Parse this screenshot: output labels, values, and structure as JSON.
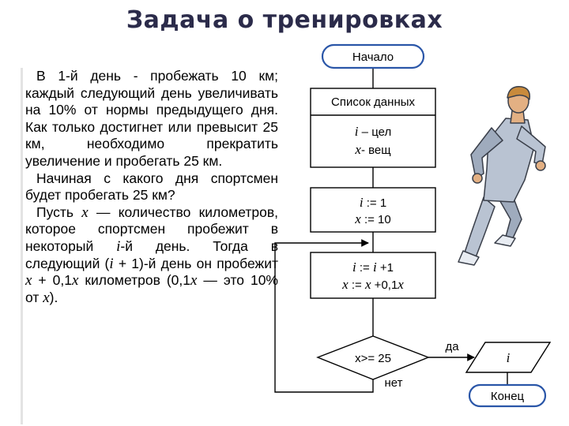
{
  "title": "Задача о тренировках",
  "problem": {
    "p1": "В 1-й день - пробежать 10 км; каждый следующий день увеличивать на 10% от нормы предыдущего дня. Как только достигнет или превысит 25 км, необходимо прекратить увеличение и пробегать 25 км.",
    "p2": "Начиная с какого дня спортсмен будет пробегать 25 км?",
    "p3_a": "Пусть ",
    "p3_var_x": "x",
    "p3_b": " — количество километров, которое спортсмен пробежит в некоторый ",
    "p3_var_i": "i",
    "p3_c": "-й день. Тогда в следующий (",
    "p3_var_i2": "i",
    "p3_d": " + 1)-й день он пробежит ",
    "p3_var_x2": "x",
    "p3_e": " + 0,1",
    "p3_var_x3": "x",
    "p3_f": " километров (0,1",
    "p3_var_x4": "x",
    "p3_g": " — это 10% от ",
    "p3_var_x5": "x",
    "p3_h": ")."
  },
  "flowchart": {
    "start": "Начало",
    "data_list": "Список данных",
    "decl_i_var": "i",
    "decl_i_rest": " – цел",
    "decl_x_var": "x",
    "decl_x_rest": "- вещ",
    "init_i_var": "i",
    "init_i_rest": " := 1",
    "init_x_var": "x",
    "init_x_rest": " := 10",
    "upd_i_a": "i",
    "upd_i_b": " := ",
    "upd_i_c": "i",
    "upd_i_d": " +1",
    "upd_x_a": "x",
    "upd_x_b": " := ",
    "upd_x_c": "x",
    "upd_x_d": " +0,1",
    "upd_x_e": "x",
    "condition": "x>= 25",
    "yes": "да",
    "no": "нет",
    "output": "i",
    "end": "Конец"
  },
  "colors": {
    "title": "#2b2b4a",
    "runner_suit": "#b9c3d2",
    "runner_skin": "#e3b083",
    "runner_hair": "#c88a3c"
  }
}
